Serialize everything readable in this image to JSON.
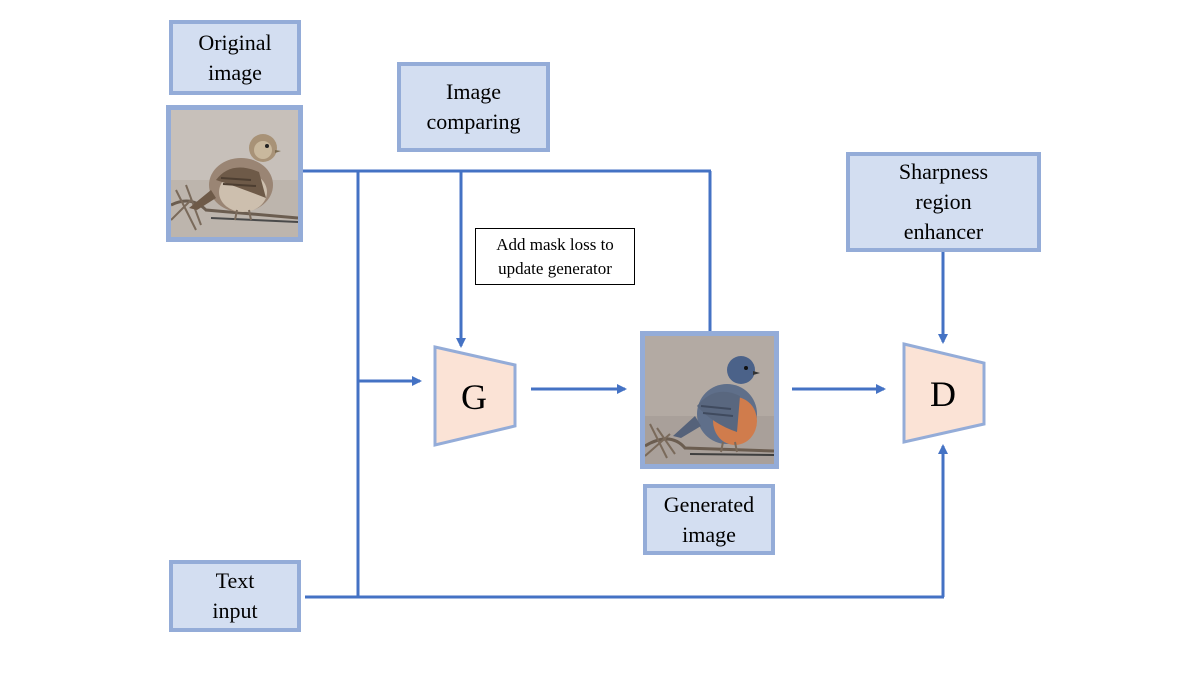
{
  "labels": {
    "original_image": "Original\nimage",
    "image_comparing": "Image\ncomparing",
    "mask_loss_note": "Add mask loss to\nupdate generator",
    "sharpness_enhancer": "Sharpness\nregion\nenhancer",
    "generated_image": "Generated\nimage",
    "text_input": "Text\ninput",
    "generator": "G",
    "discriminator": "D"
  },
  "colors": {
    "line": "#4472c4",
    "box_fill": "#d3def1",
    "box_border": "#94acd8",
    "block_fill": "#fbe3d6"
  }
}
